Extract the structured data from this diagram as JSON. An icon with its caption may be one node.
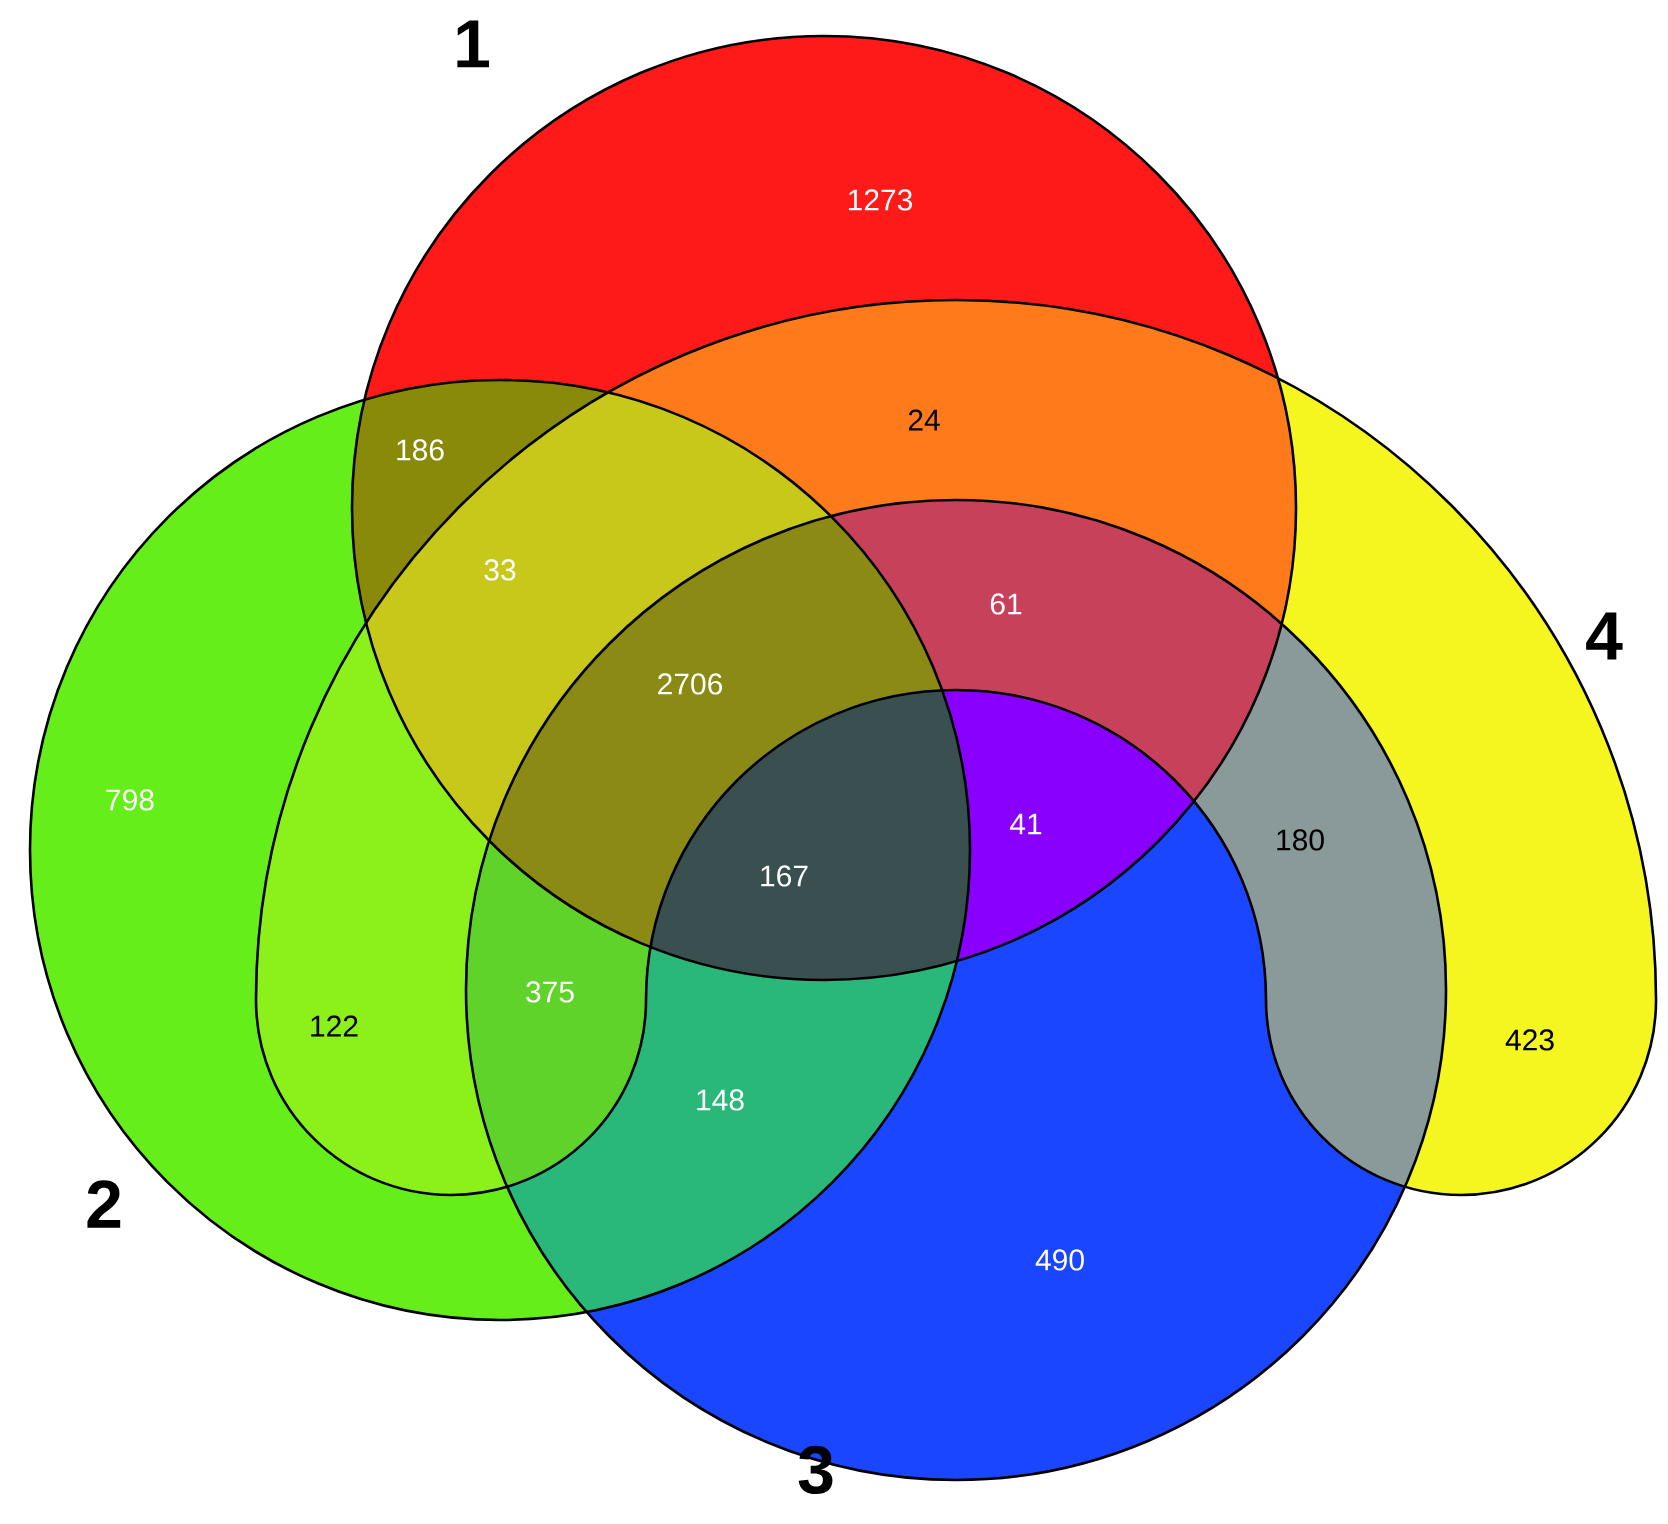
{
  "diagram": {
    "nodes": [
      {
        "text": [
          "1"
        ]
      },
      {
        "text": [
          "4"
        ]
      },
      {
        "text": [
          "2"
        ]
      },
      {
        "text": [
          "3"
        ]
      }
    ],
    "labels": [
      "1273",
      "24",
      "186",
      "33",
      "61",
      "2706",
      "798",
      "41",
      "180",
      "167",
      "375",
      "122",
      "423",
      "148",
      "490"
    ]
  }
}
